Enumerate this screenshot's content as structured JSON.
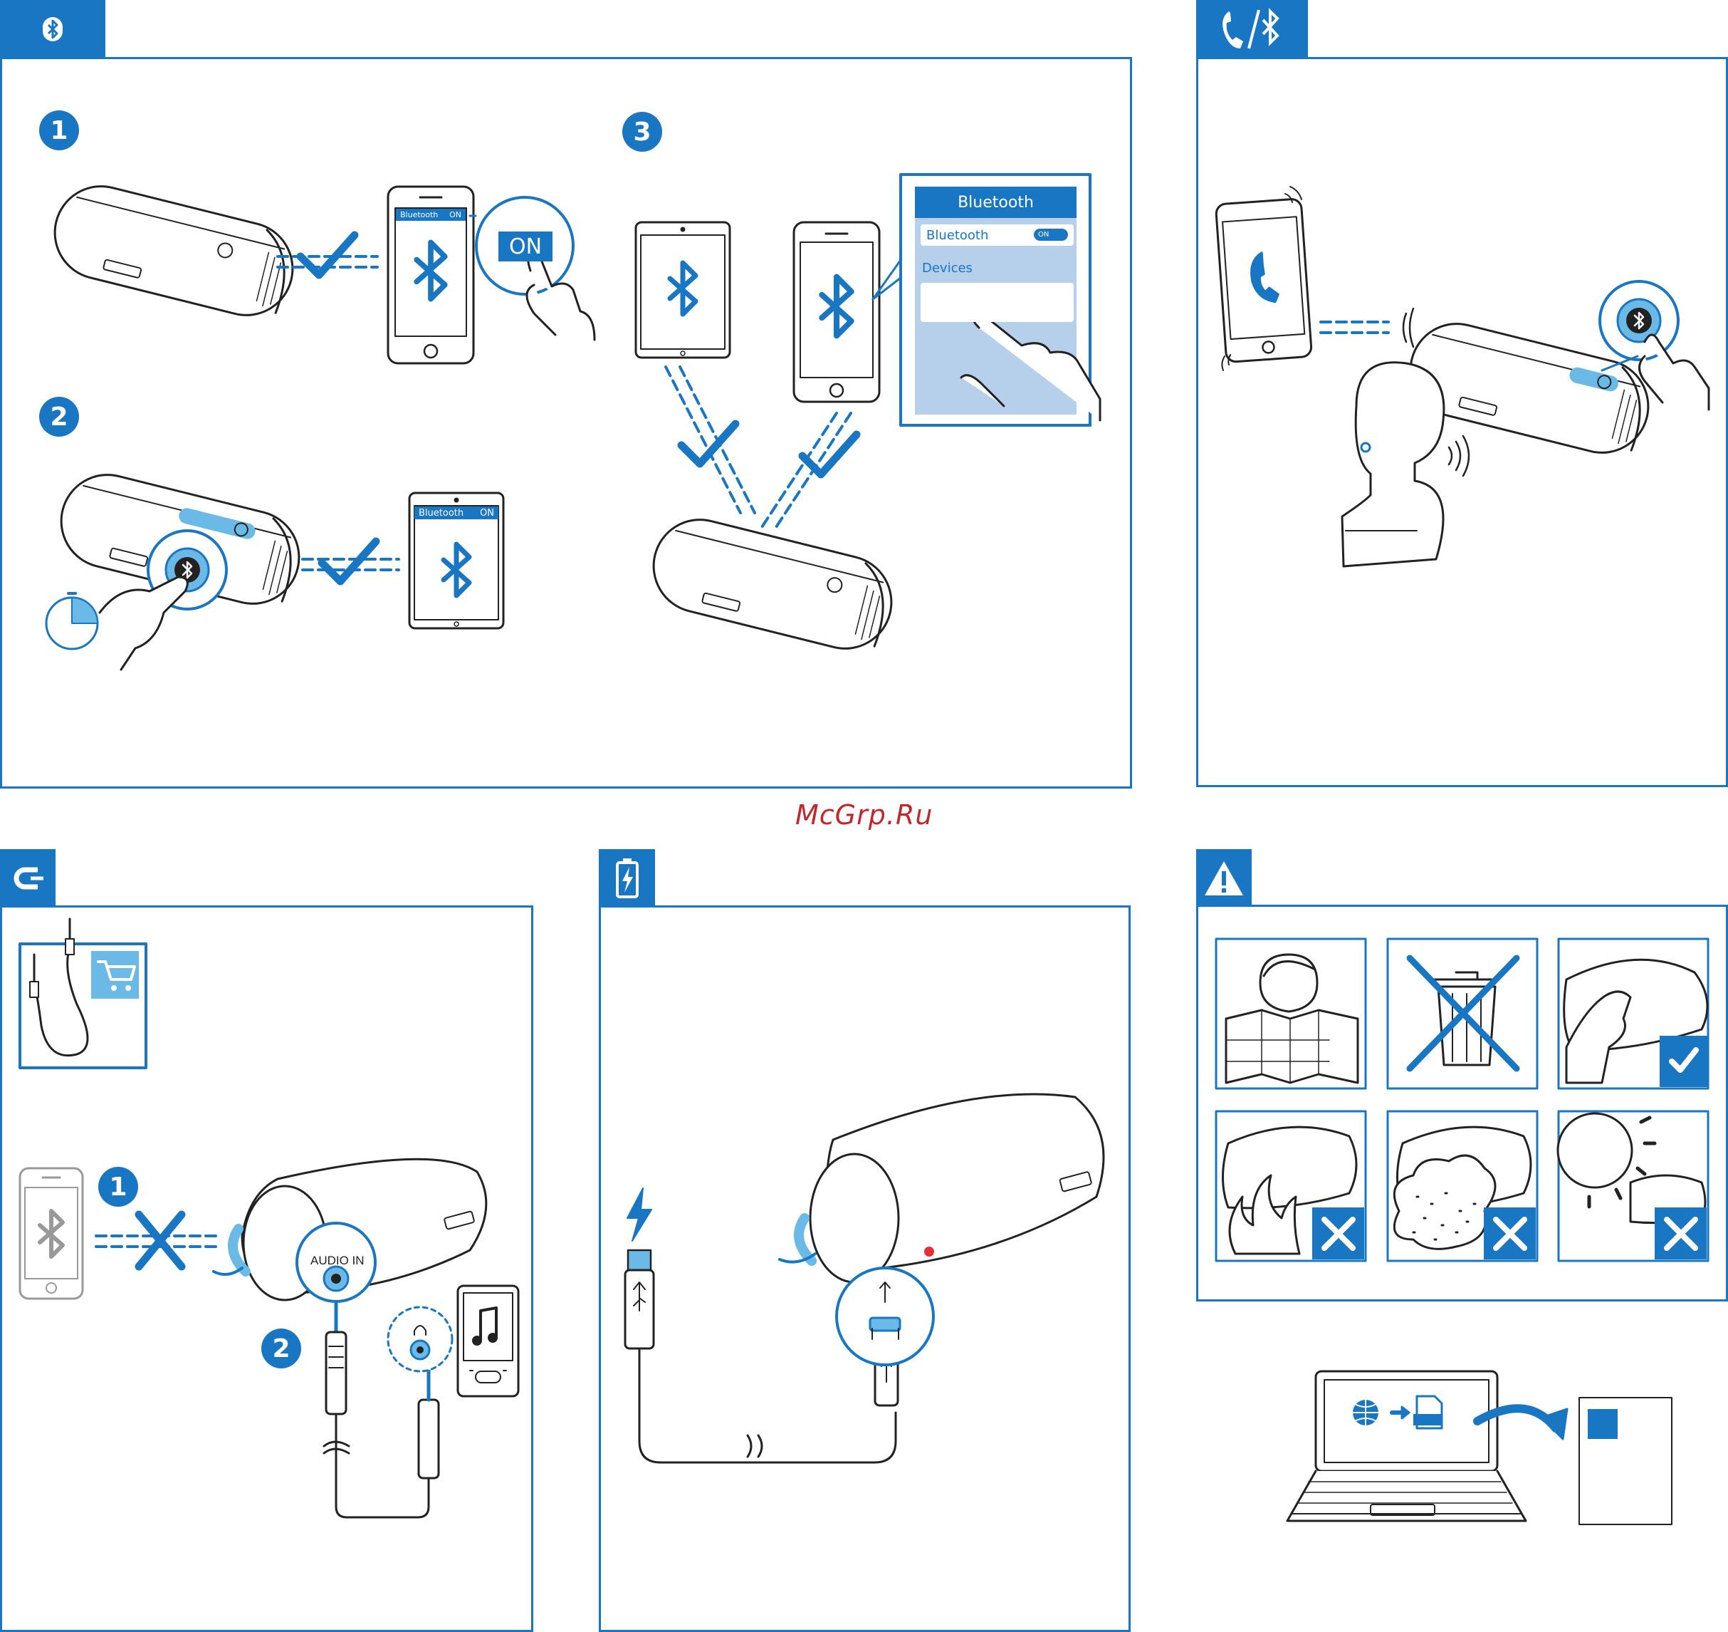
{
  "tabs": {
    "bluetooth": {
      "icon": "bluetooth-icon"
    },
    "call": {
      "icon": "phone-bluetooth-icon"
    },
    "audio_in": {
      "icon": "cable-plug-icon"
    },
    "charge": {
      "icon": "battery-charge-icon"
    },
    "safety": {
      "icon": "warning-icon"
    }
  },
  "pairing": {
    "step1": "1",
    "step2": "2",
    "step3": "3",
    "phone_bar_label": "Bluetooth",
    "phone_bar_state": "ON",
    "on_badge": "ON",
    "tablet_bar_label": "Bluetooth",
    "tablet_bar_state": "ON",
    "settings_title": "Bluetooth",
    "settings_row_label": "Bluetooth",
    "settings_toggle": "ON",
    "settings_devices": "Devices"
  },
  "audio_in": {
    "step1": "1",
    "step2": "2",
    "jack_label": "AUDIO IN"
  },
  "watermark": "McGrp.Ru",
  "colors": {
    "accent": "#1976c2",
    "light_accent": "#6ab9e6",
    "watermark": "#c0282d"
  }
}
